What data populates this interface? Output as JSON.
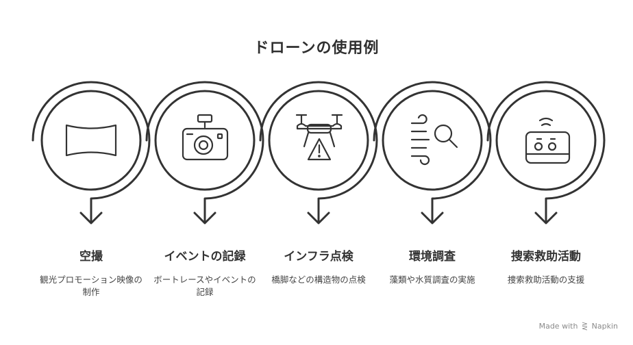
{
  "title": "ドローンの使用例",
  "steps": [
    {
      "title": "空撮",
      "desc": "観光プロモーション映像の制作",
      "icon": "panorama-icon"
    },
    {
      "title": "イベントの記録",
      "desc": "ボートレースやイベントの記録",
      "icon": "camera-icon"
    },
    {
      "title": "インフラ点検",
      "desc": "橋脚などの構造物の点検",
      "icon": "drone-warning-icon"
    },
    {
      "title": "環境調査",
      "desc": "藻類や水質調査の実施",
      "icon": "wind-search-icon"
    },
    {
      "title": "捜索救助活動",
      "desc": "捜索救助活動の支援",
      "icon": "radio-device-icon"
    }
  ],
  "credit": {
    "prefix": "Made with",
    "brand": "Napkin"
  },
  "colors": {
    "stroke": "#333333",
    "background": "#ffffff"
  }
}
